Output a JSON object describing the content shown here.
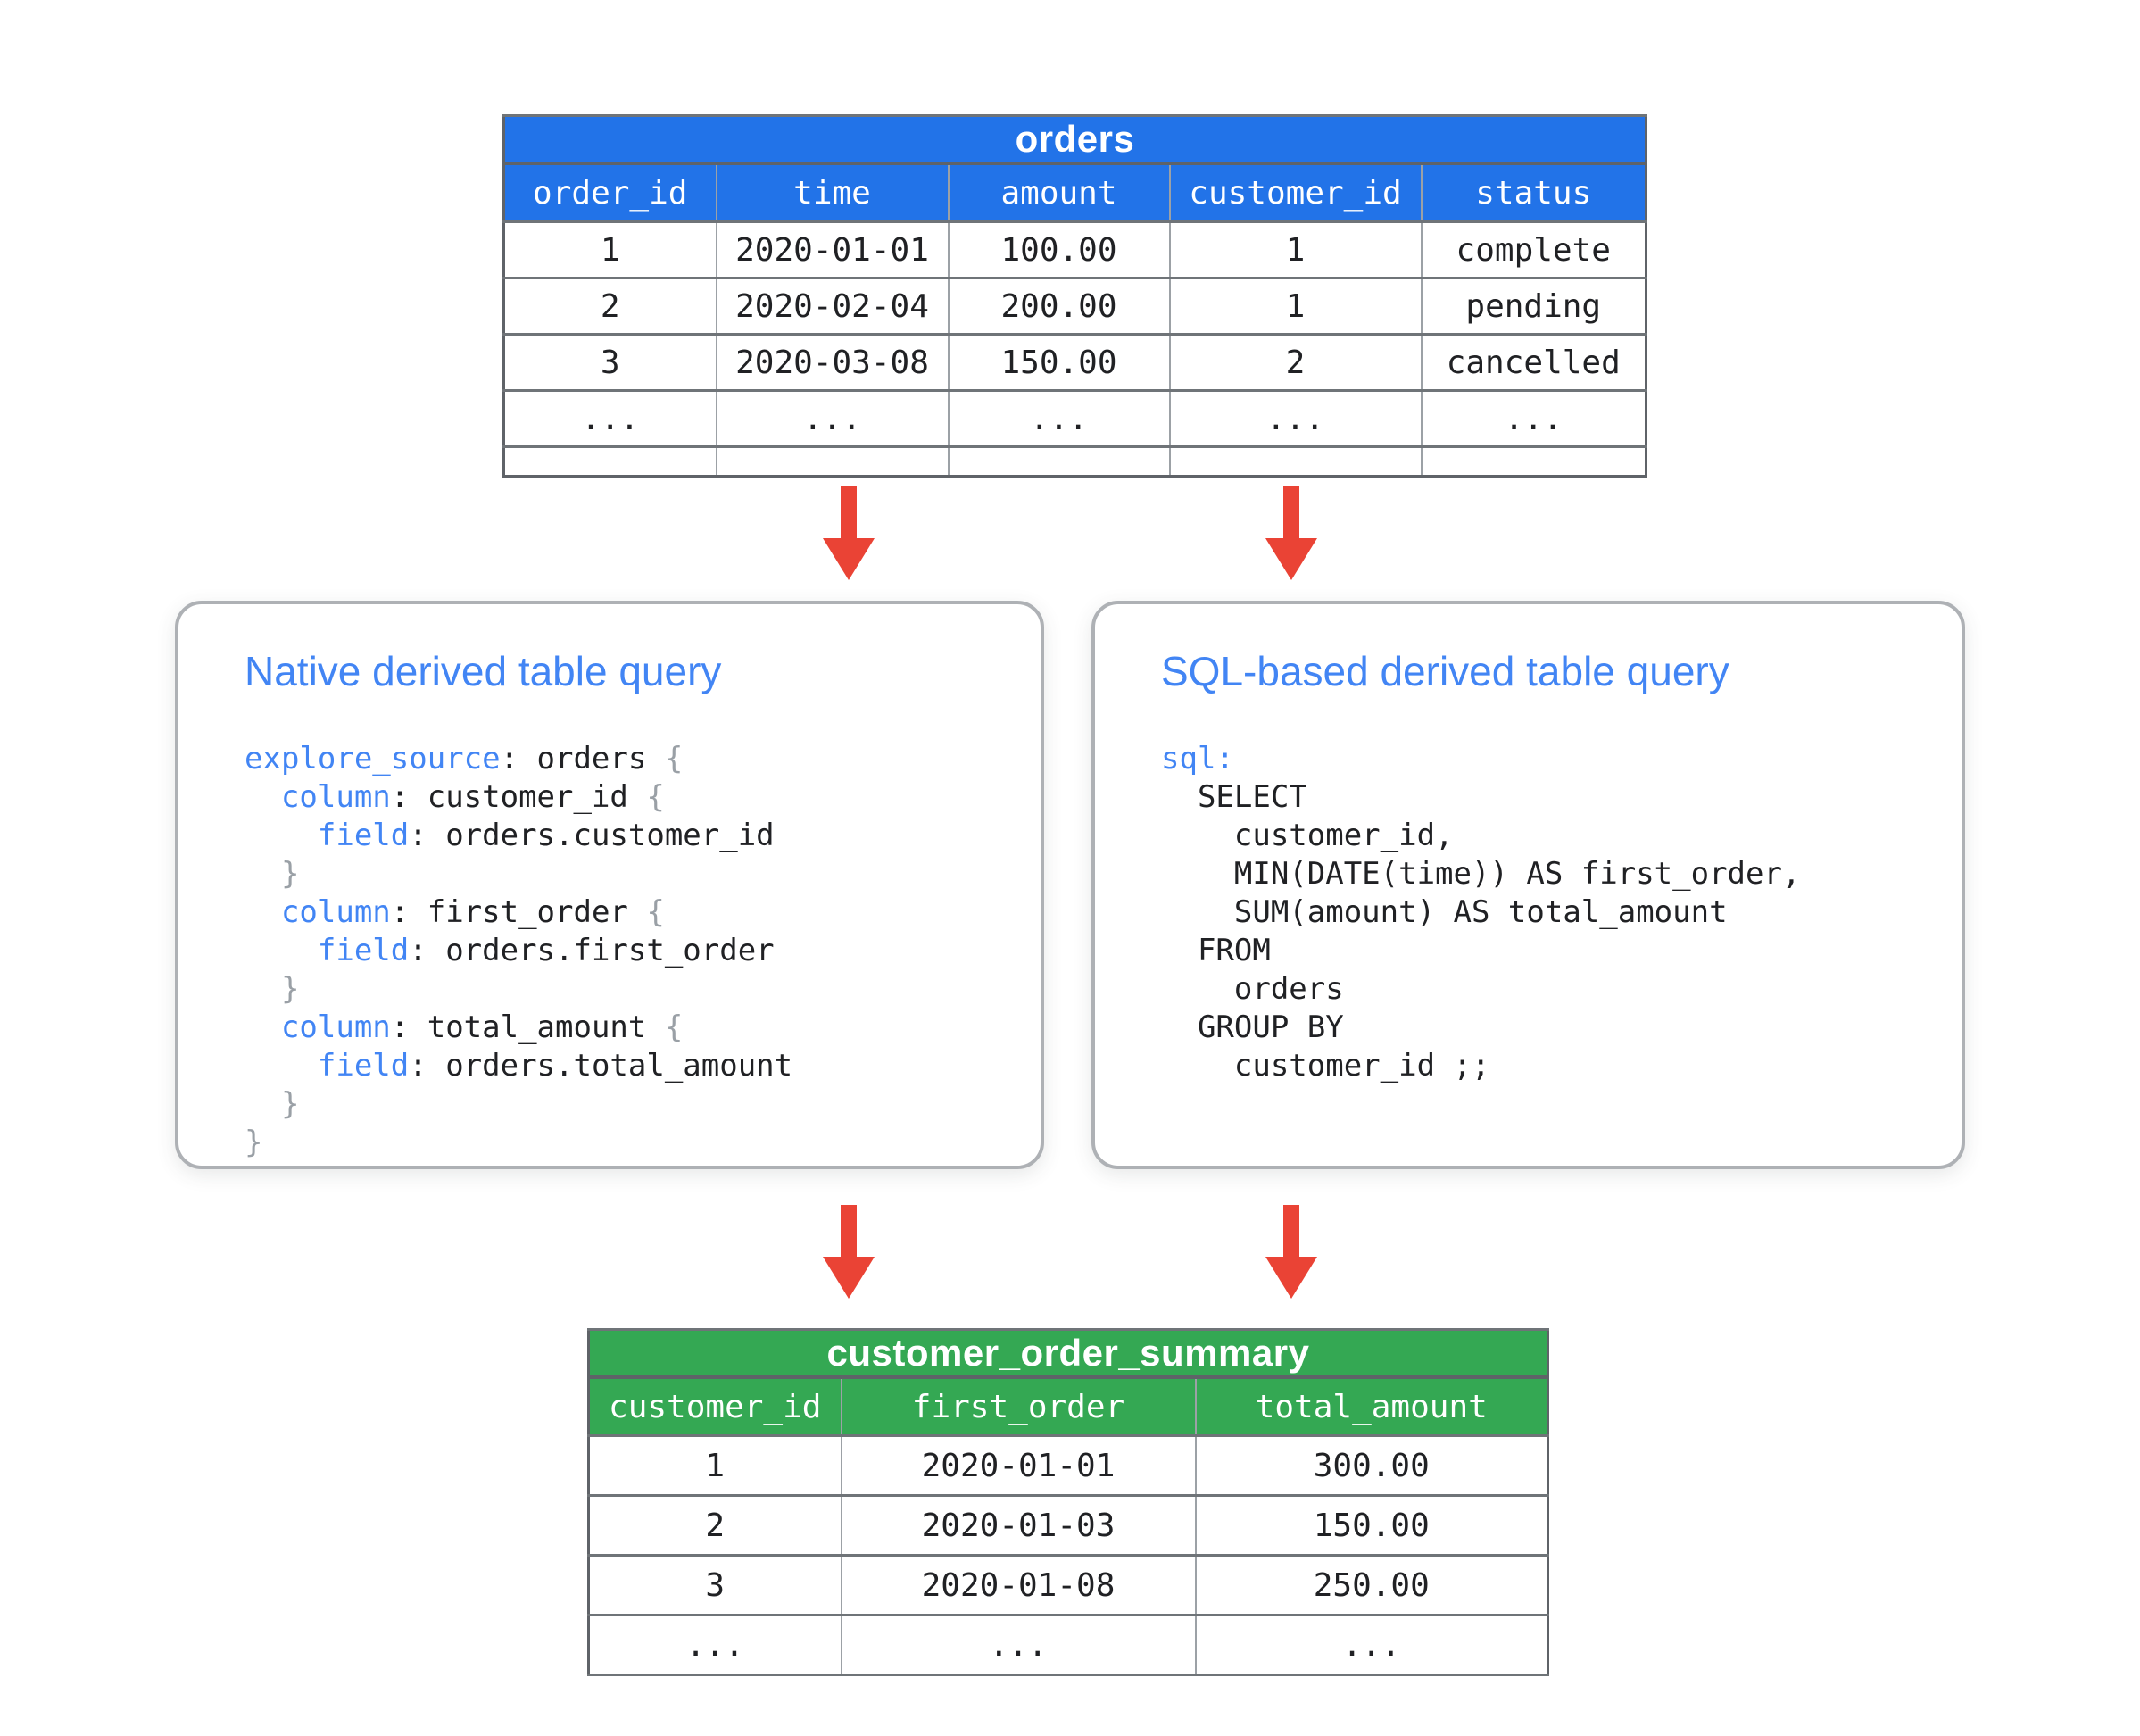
{
  "colors": {
    "blue": "#2273E8",
    "green": "#34A853",
    "red": "#EA4335",
    "kw": "#4285F4",
    "cardtitle": "#4285F4",
    "border-dark": "#5F6368",
    "row-border": "#6F7478",
    "col-border": "#9CA1A6",
    "card-border": "#AEB1B5",
    "text": "#202124",
    "brace": "#9AA0A6",
    "white": "#FFFFFF"
  },
  "arrows": [
    "down-arrow",
    "down-arrow",
    "down-arrow",
    "down-arrow"
  ],
  "orders_table": {
    "title": "orders",
    "columns": [
      "order_id",
      "time",
      "amount",
      "customer_id",
      "status"
    ],
    "rows": [
      [
        "1",
        "2020-01-01",
        "100.00",
        "1",
        "complete"
      ],
      [
        "2",
        "2020-02-04",
        "200.00",
        "1",
        "pending"
      ],
      [
        "3",
        "2020-03-08",
        "150.00",
        "2",
        "cancelled"
      ],
      [
        "...",
        "...",
        "...",
        "...",
        "..."
      ]
    ]
  },
  "native_card": {
    "title": "Native derived table query",
    "code_lines": [
      [
        {
          "t": "explore_source",
          "c": "kw"
        },
        {
          "t": ": orders ",
          "c": "plain"
        },
        {
          "t": "{",
          "c": "brace"
        }
      ],
      [
        {
          "t": "  ",
          "c": "plain"
        },
        {
          "t": "column",
          "c": "kw"
        },
        {
          "t": ": customer_id ",
          "c": "plain"
        },
        {
          "t": "{",
          "c": "brace"
        }
      ],
      [
        {
          "t": "    ",
          "c": "plain"
        },
        {
          "t": "field",
          "c": "kw"
        },
        {
          "t": ": orders.customer_id",
          "c": "plain"
        }
      ],
      [
        {
          "t": "  }",
          "c": "brace"
        }
      ],
      [
        {
          "t": "  ",
          "c": "plain"
        },
        {
          "t": "column",
          "c": "kw"
        },
        {
          "t": ": first_order ",
          "c": "plain"
        },
        {
          "t": "{",
          "c": "brace"
        }
      ],
      [
        {
          "t": "    ",
          "c": "plain"
        },
        {
          "t": "field",
          "c": "kw"
        },
        {
          "t": ": orders.first_order",
          "c": "plain"
        }
      ],
      [
        {
          "t": "  }",
          "c": "brace"
        }
      ],
      [
        {
          "t": "  ",
          "c": "plain"
        },
        {
          "t": "column",
          "c": "kw"
        },
        {
          "t": ": total_amount ",
          "c": "plain"
        },
        {
          "t": "{",
          "c": "brace"
        }
      ],
      [
        {
          "t": "    ",
          "c": "plain"
        },
        {
          "t": "field",
          "c": "kw"
        },
        {
          "t": ": orders.total_amount",
          "c": "plain"
        }
      ],
      [
        {
          "t": "  }",
          "c": "brace"
        }
      ],
      [
        {
          "t": "}",
          "c": "brace"
        }
      ]
    ]
  },
  "sql_card": {
    "title": "SQL-based derived table query",
    "code_lines": [
      [
        {
          "t": "sql:",
          "c": "kw"
        }
      ],
      [
        {
          "t": "  SELECT",
          "c": "plain"
        }
      ],
      [
        {
          "t": "    customer_id,",
          "c": "plain"
        }
      ],
      [
        {
          "t": "    MIN(DATE(time)) AS first_order,",
          "c": "plain"
        }
      ],
      [
        {
          "t": "    SUM(amount) AS total_amount",
          "c": "plain"
        }
      ],
      [
        {
          "t": "  FROM",
          "c": "plain"
        }
      ],
      [
        {
          "t": "    orders",
          "c": "plain"
        }
      ],
      [
        {
          "t": "  GROUP BY",
          "c": "plain"
        }
      ],
      [
        {
          "t": "    customer_id ;;",
          "c": "plain"
        }
      ]
    ]
  },
  "summary_table": {
    "title": "customer_order_summary",
    "columns": [
      "customer_id",
      "first_order",
      "total_amount"
    ],
    "rows": [
      [
        "1",
        "2020-01-01",
        "300.00"
      ],
      [
        "2",
        "2020-01-03",
        "150.00"
      ],
      [
        "3",
        "2020-01-08",
        "250.00"
      ],
      [
        "...",
        "...",
        "..."
      ]
    ]
  }
}
